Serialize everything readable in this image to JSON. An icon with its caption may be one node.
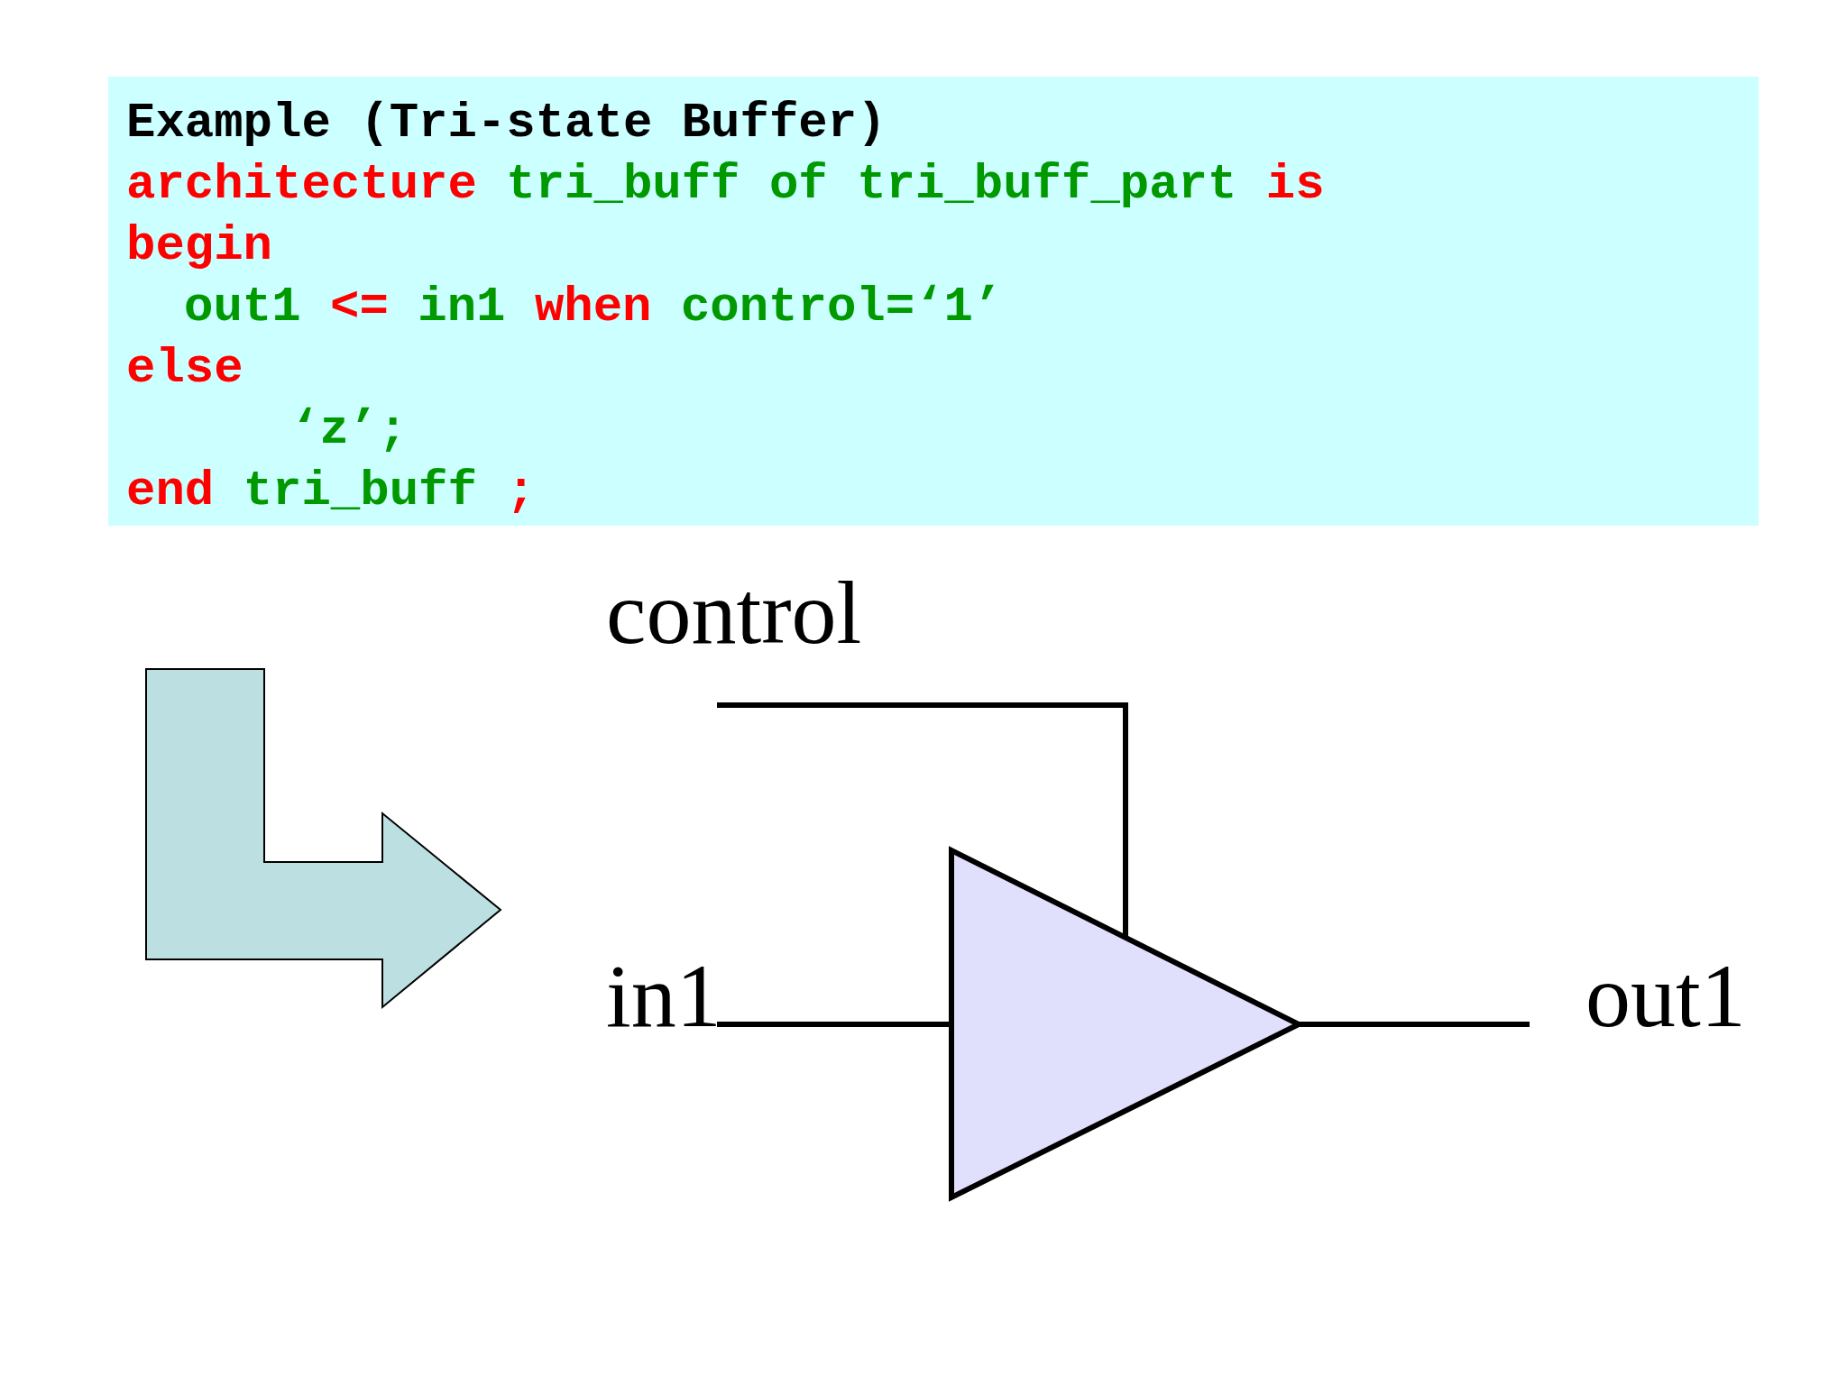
{
  "diagram": {
    "nodes": [
      {
        "text": [
          "Example (Tri-state Buffer)",
          "architecture tri_buff of tri_buff_part is",
          "begin",
          "out1 <= in1 when control=‘1’",
          "else",
          "‘z’;",
          "end tri_buff ;"
        ]
      },
      {
        "text": [
          "control"
        ]
      },
      {
        "text": [
          "in1"
        ]
      },
      {
        "text": [],
        "shape": "triangle"
      },
      {
        "text": [
          "out1"
        ]
      }
    ],
    "edges": [
      {
        "from": 1,
        "to": 3,
        "arrow": "none"
      },
      {
        "from": 2,
        "to": 3,
        "arrow": "none"
      },
      {
        "from": 3,
        "to": 4,
        "arrow": "none"
      }
    ]
  }
}
